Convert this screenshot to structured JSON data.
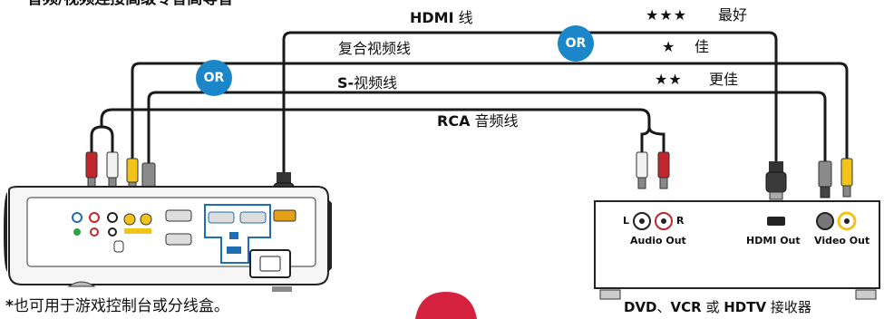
{
  "header": {
    "note": "音频/视频连接高级专香高等音"
  },
  "cables": {
    "hdmi": {
      "name": "HDMI",
      "suffix": " 线",
      "rating": "★★★",
      "quality": "最好"
    },
    "composite": {
      "name": "",
      "suffix": "复合视频线",
      "rating": "★",
      "quality": "佳"
    },
    "svideo": {
      "name": "S-",
      "suffix": "视频线",
      "rating": "★★",
      "quality": "更佳"
    },
    "rca": {
      "name": "RCA",
      "suffix": " 音频线"
    }
  },
  "badges": {
    "or_1": "OR",
    "or_2": "OR"
  },
  "device": {
    "audio_out": "Audio Out",
    "hdmi_out": "HDMI Out",
    "video_out": "Video Out",
    "left": "L",
    "right": "R",
    "caption_parts": [
      "DVD",
      "、",
      "VCR",
      " 或 ",
      "HDTV",
      " 接收器"
    ]
  },
  "footnote": {
    "star": "*",
    "text": "也可用于游戏控制台或分线盒。"
  },
  "colors": {
    "cable": "#1a1a1a",
    "or_badge": "#1b86c8",
    "rca_red": "#c0272d",
    "composite_yellow": "#f2c31b",
    "panel_blue": "#1f6db3",
    "hdmi_gold": "#e4a117"
  }
}
